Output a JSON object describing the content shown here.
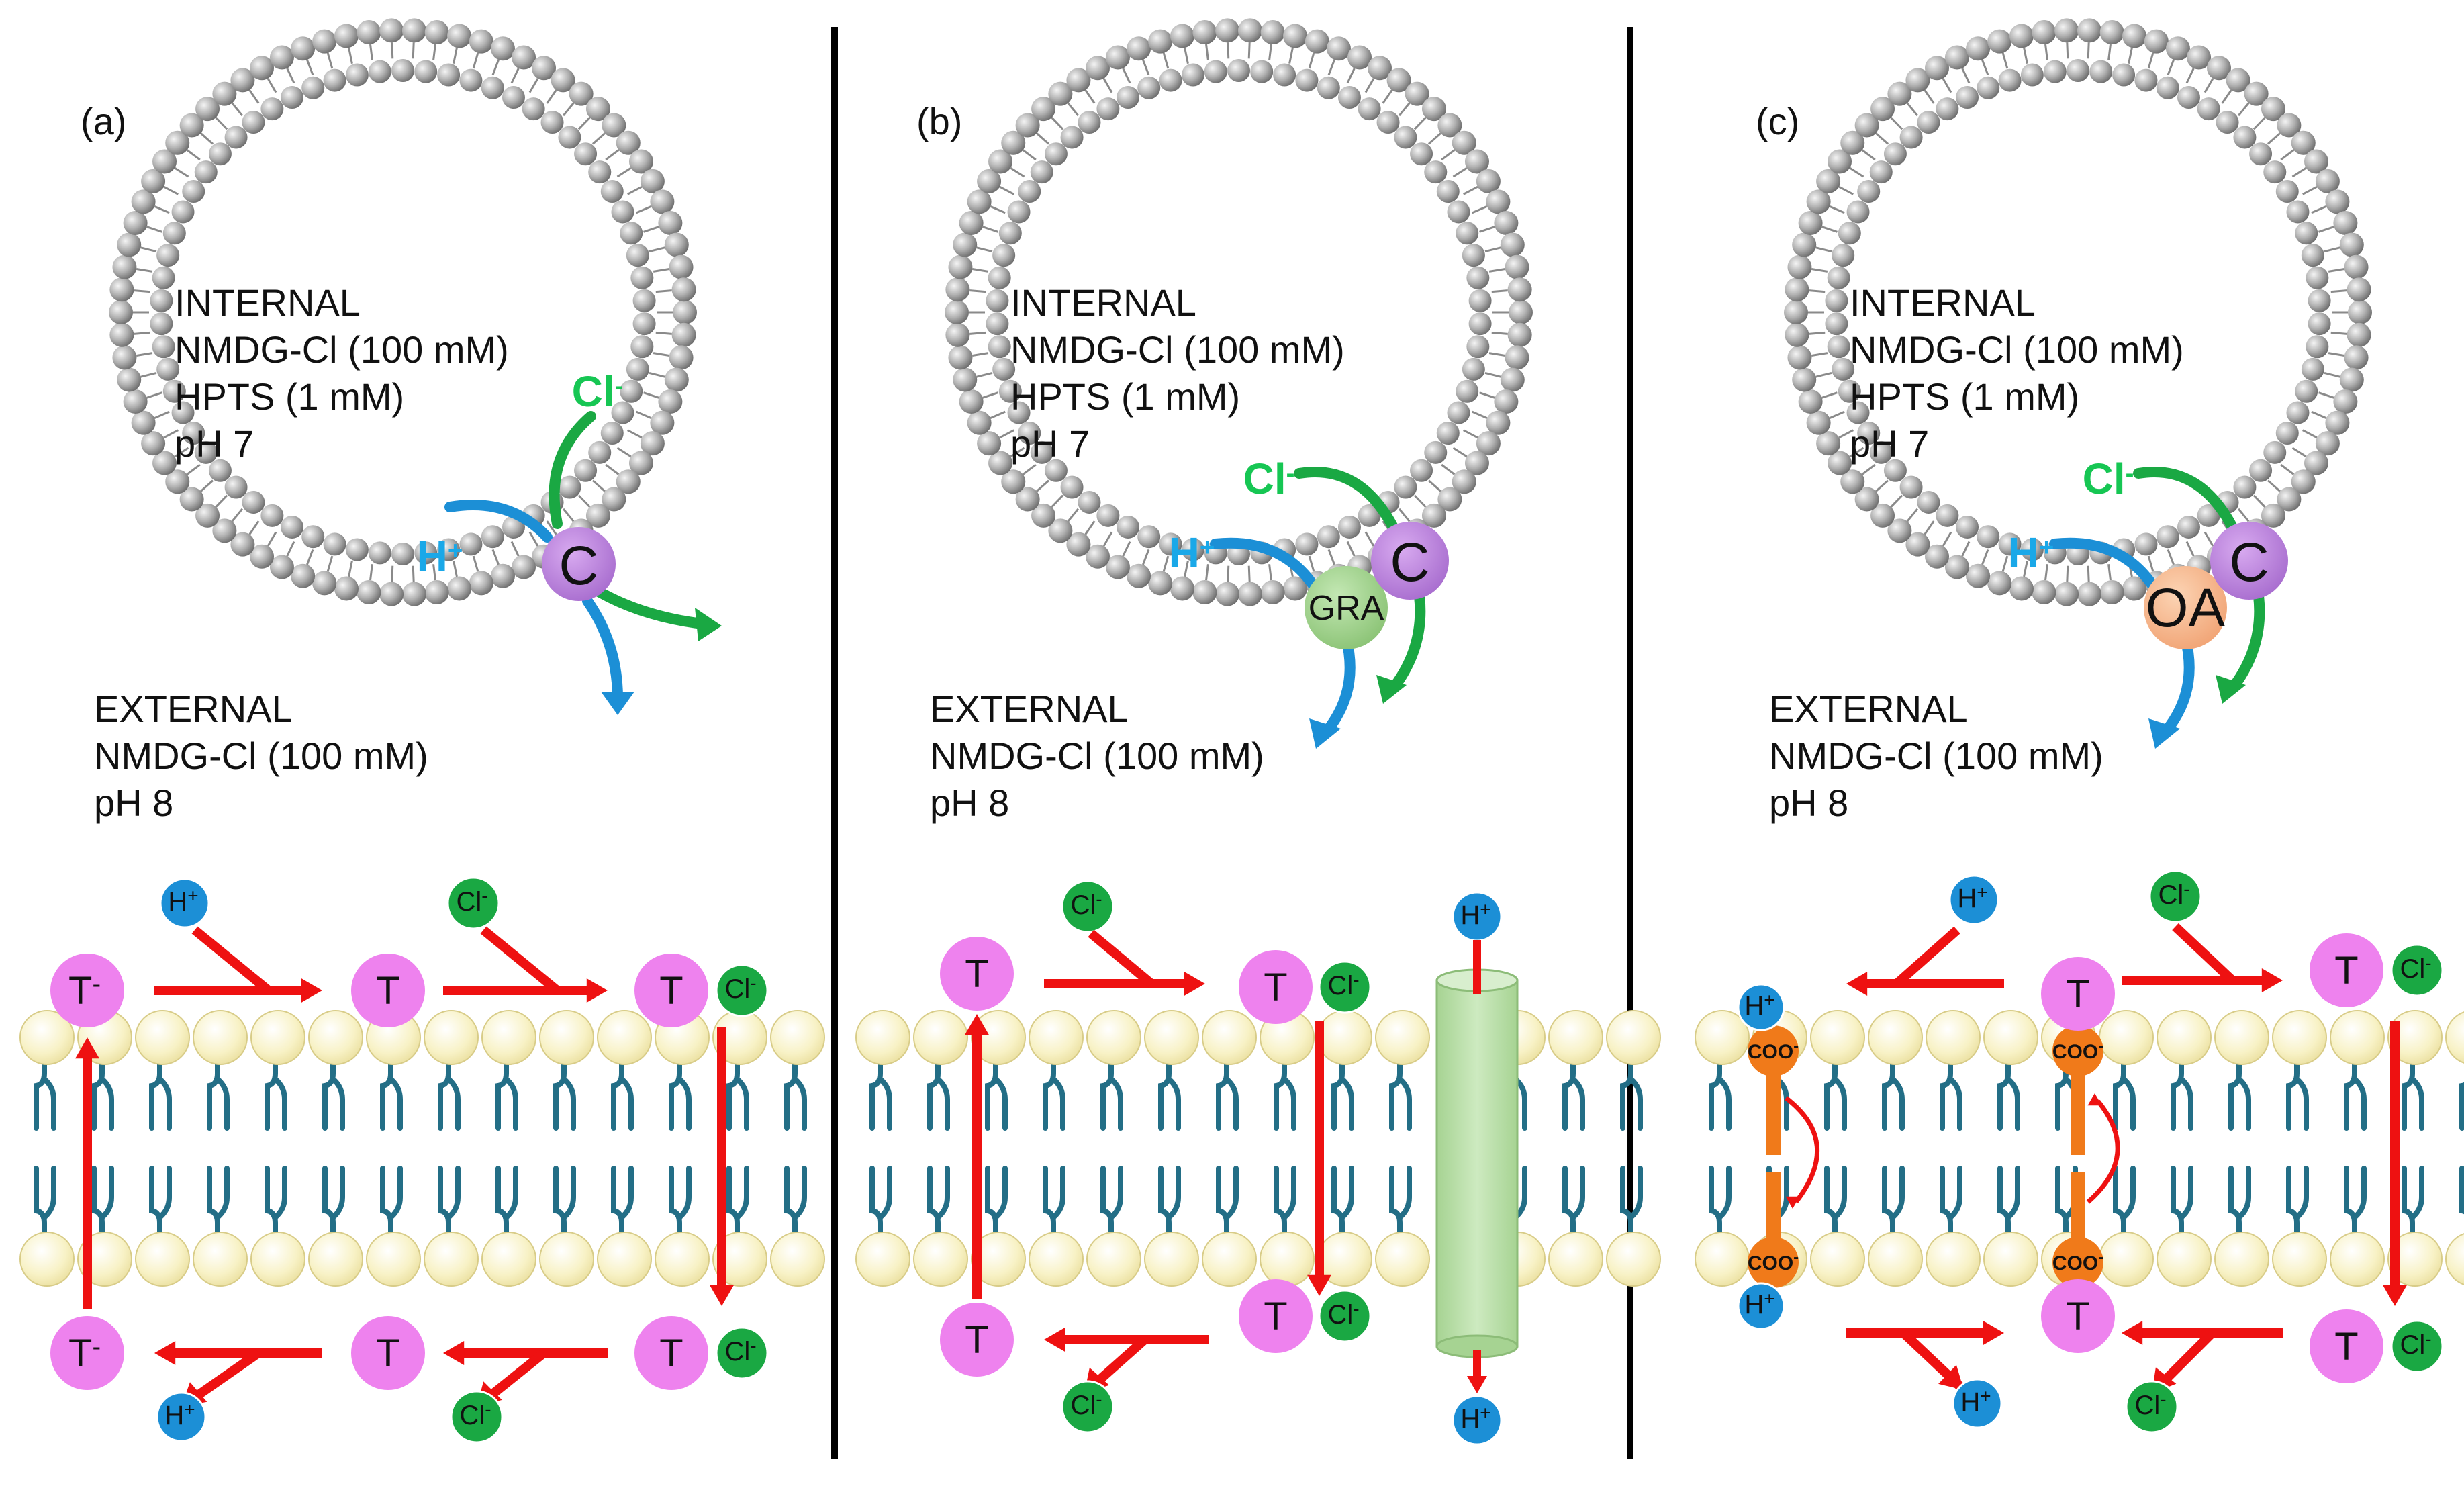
{
  "panels": [
    {
      "label": "(a)",
      "internal": [
        "INTERNAL",
        "NMDG-Cl (100 mM)",
        "HPTS (1 mM)",
        "pH 7"
      ],
      "external": [
        "EXTERNAL",
        "NMDG-Cl (100 mM)",
        "pH 8"
      ],
      "carrier": "C",
      "ion_cl": "Cl",
      "ion_h": "H",
      "minus": "-",
      "plus": "+",
      "transporter": "T",
      "bead_cl": "Cl",
      "bead_h": "H"
    },
    {
      "label": "(b)",
      "internal": [
        "INTERNAL",
        "NMDG-Cl (100 mM)",
        "HPTS (1 mM)",
        "pH 7"
      ],
      "external": [
        "EXTERNAL",
        "NMDG-Cl (100 mM)",
        "pH 8"
      ],
      "carrier": "C",
      "helper": "GRA",
      "ion_cl": "Cl",
      "ion_h": "H",
      "minus": "-",
      "plus": "+",
      "transporter": "T",
      "bead_cl": "Cl",
      "bead_h": "H"
    },
    {
      "label": "(c)",
      "internal": [
        "INTERNAL",
        "NMDG-Cl (100 mM)",
        "HPTS (1 mM)",
        "pH 7"
      ],
      "external": [
        "EXTERNAL",
        "NMDG-Cl (100 mM)",
        "pH 8"
      ],
      "carrier": "C",
      "helper": "OA",
      "ion_cl": "Cl",
      "ion_h": "H",
      "minus": "-",
      "plus": "+",
      "transporter": "T",
      "bead_cl": "Cl",
      "bead_h": "H",
      "carboxylate": "COO",
      "carboxylate_charge": "-"
    }
  ],
  "colors": {
    "lipid_head_gray": "#9a9a9a",
    "lipid_head_cream": "#f7f1c2",
    "lipid_tail": "#236e86",
    "carrier_purple": "#b57ad6",
    "transporter_pink": "#ee82ee",
    "chloride_green": "#1aa843",
    "proton_blue": "#1c8fd6",
    "arrow_red": "#ee1111",
    "gra_green": "#9fd38c",
    "oa_orange": "#f5b88a",
    "coo_orange": "#f07a1a",
    "channel_green": "#bfe3b0",
    "cl_ion_text": "#16c653",
    "h_ion_text": "#1aa8e8",
    "separator": "#000000"
  },
  "icons": [
    "lipid-head-icon",
    "lipid-tail-icon",
    "curved-arrow-icon",
    "reaction-arrow-icon"
  ]
}
